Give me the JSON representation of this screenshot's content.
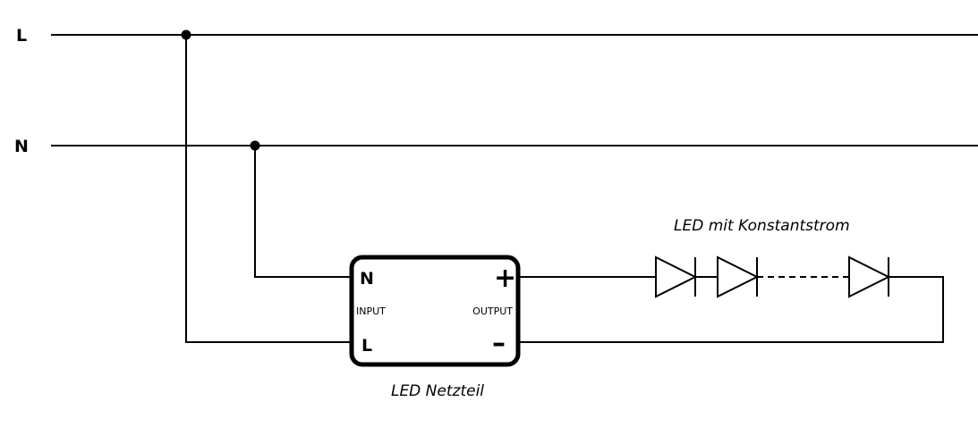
{
  "lines": {
    "phase_label": "L",
    "neutral_label": "N"
  },
  "power_supply": {
    "title": "LED Netzteil",
    "input_n_label": "N",
    "input_l_label": "L",
    "input_label": "INPUT",
    "output_label": "OUTPUT",
    "plus_label": "+",
    "minus_label": "–"
  },
  "led_chain": {
    "title": "LED mit Konstantstrom",
    "diode_icons": [
      "diode-icon",
      "diode-icon",
      "diode-icon"
    ]
  }
}
